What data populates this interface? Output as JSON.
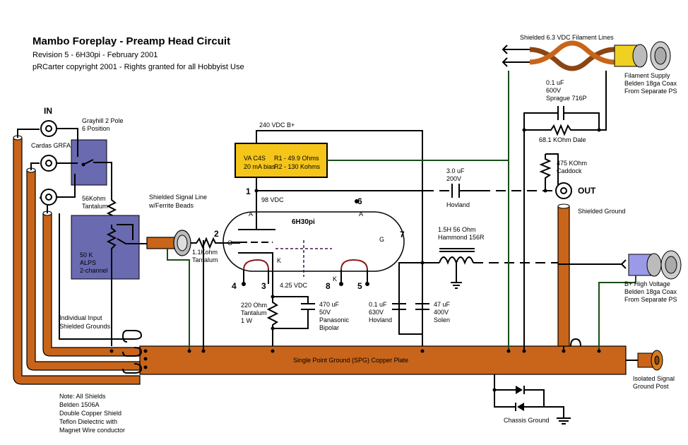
{
  "header": {
    "title": "Mambo Foreplay - Preamp Head Circuit",
    "revision": "Revision 5 - 6H30pi - February 2001",
    "copyright": "pRCarter copyright 2001 - Rights granted for all Hobbyist Use"
  },
  "input": {
    "in_label": "IN",
    "jack_label": "Cardas GRFA",
    "switch_line1": "Grayhill 2 Pole",
    "switch_line2": "6 Position",
    "r56_line1": "56Kohm",
    "r56_line2": "Tantalum",
    "pot_line1": "50 K",
    "pot_line2": "ALPS",
    "pot_line3": "2-channel",
    "signal_line1": "Shielded Signal Line",
    "signal_line2": "w/Ferrite Beads",
    "r11_line1": "1.1Kohm",
    "r11_line2": "Tantalum",
    "grounds_line1": "Individual Input",
    "grounds_line2": "Shielded Grounds"
  },
  "tube": {
    "name": "6H30pi",
    "b_plus": "240 VDC B+",
    "plate_voltage": "98 VDC",
    "cathode_voltage": "4.25 VDC",
    "ccs_line1": "VA C4S",
    "ccs_r1": "R1 - 49.9 Ohms",
    "ccs_line2": "20 mA bias",
    "ccs_r2": "R2 - 130 Kohms",
    "label_A_left": "A",
    "label_A_right": "A",
    "label_G_left": "G",
    "label_G_right": "G",
    "label_K_left": "K",
    "label_K_right": "K",
    "pins": [
      "1",
      "2",
      "3",
      "4",
      "5",
      "6",
      "7",
      "8"
    ]
  },
  "cathode": {
    "r_line1": "220 Ohm",
    "r_line2": "Tantalum",
    "r_line3": "1 W",
    "c_line1": "470 uF",
    "c_line2": "50V",
    "c_line3": "Panasonic",
    "c_line4": "Bipolar"
  },
  "output": {
    "cap_line1": "3.0 uF",
    "cap_line2": "200V",
    "cap_line3": "Hovland",
    "out_label": "OUT",
    "r475_line1": "475 KOhm",
    "r475_line2": "Caddock",
    "shielded_ground": "Shielded Ground"
  },
  "filter": {
    "choke_line1": "1.5H 56 Ohm",
    "choke_line2": "Hammond 156R",
    "c1_line1": "0.1 uF",
    "c1_line2": "630V",
    "c1_line3": "Hovland",
    "c2_line1": "47 uF",
    "c2_line2": "400V",
    "c2_line3": "Solen"
  },
  "filament": {
    "lines_label": "Shielded 6.3 VDC Filament Lines",
    "cap_line1": "0.1 uF",
    "cap_line2": "600V",
    "cap_line3": "Sprague 716P",
    "r_label": "68.1 KOhm Dale",
    "supply_line1": "Filament Supply",
    "supply_line2": "Belden 18ga Coax",
    "supply_line3": "From Separate PS"
  },
  "hv": {
    "line1": "B+ High Voltage",
    "line2": "Belden 18ga Coax",
    "line3": "From Separate PS"
  },
  "ground": {
    "plate_label": "Single Point Ground (SPG) Copper Plate",
    "post_line1": "Isolated Signal",
    "post_line2": "Ground Post",
    "chassis": "Chassis Ground"
  },
  "note": {
    "line1": "Note: All Shields",
    "line2": "Belden 1506A",
    "line3": "Double Copper Shield",
    "line4": "Teflon Dielectric with",
    "line5": "Magnet Wire conductor"
  }
}
